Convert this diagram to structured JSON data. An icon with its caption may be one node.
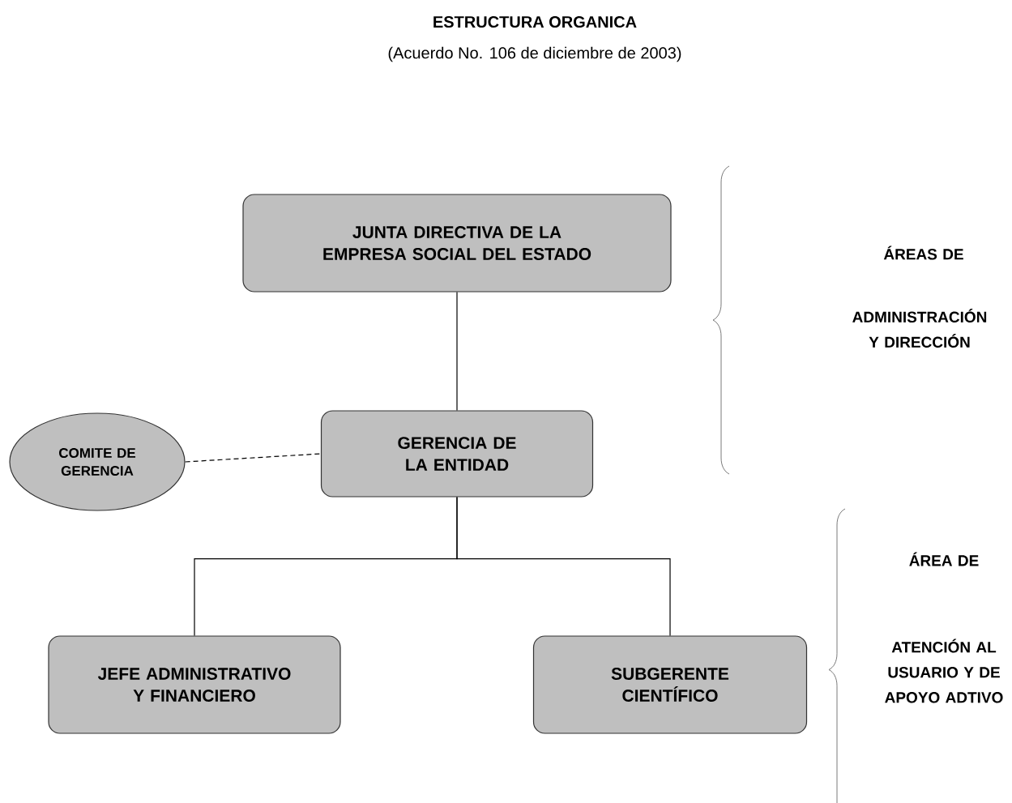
{
  "diagram": {
    "title": "ESTRUCTURA ORGANICA",
    "caption": "(Acuerdo No. 106 de diciembre de 2003)",
    "nodes": [
      {
        "text": [
          "JUNTA DIRECTIVA DE LA EMPRESA SOCIAL DEL ESTADO"
        ]
      },
      {
        "text": [
          "COMITE DE GERENCIA"
        ]
      },
      {
        "text": [
          "GERENCIA DE LA ENTIDAD"
        ]
      },
      {
        "text": [
          "JEFE ADMINISTRATIVO Y FINANCIERO"
        ]
      },
      {
        "text": [
          "SUBGERENTE CIENTÍFICO"
        ]
      }
    ],
    "edges": [
      {
        "from": 0,
        "to": 2,
        "arrow": "none"
      },
      {
        "from": 1,
        "to": 2,
        "arrow": "none",
        "style": "dashed"
      },
      {
        "from": 2,
        "to": 3,
        "arrow": "none"
      },
      {
        "from": 2,
        "to": 4,
        "arrow": "none"
      }
    ],
    "labels": [
      "ÁREAS DE",
      "ADMINISTRACIÓN Y DIRECCIÓN",
      "ÁREA DE",
      "ATENCIÓN AL USUARIO Y DE APOYO ADTIVO"
    ]
  }
}
